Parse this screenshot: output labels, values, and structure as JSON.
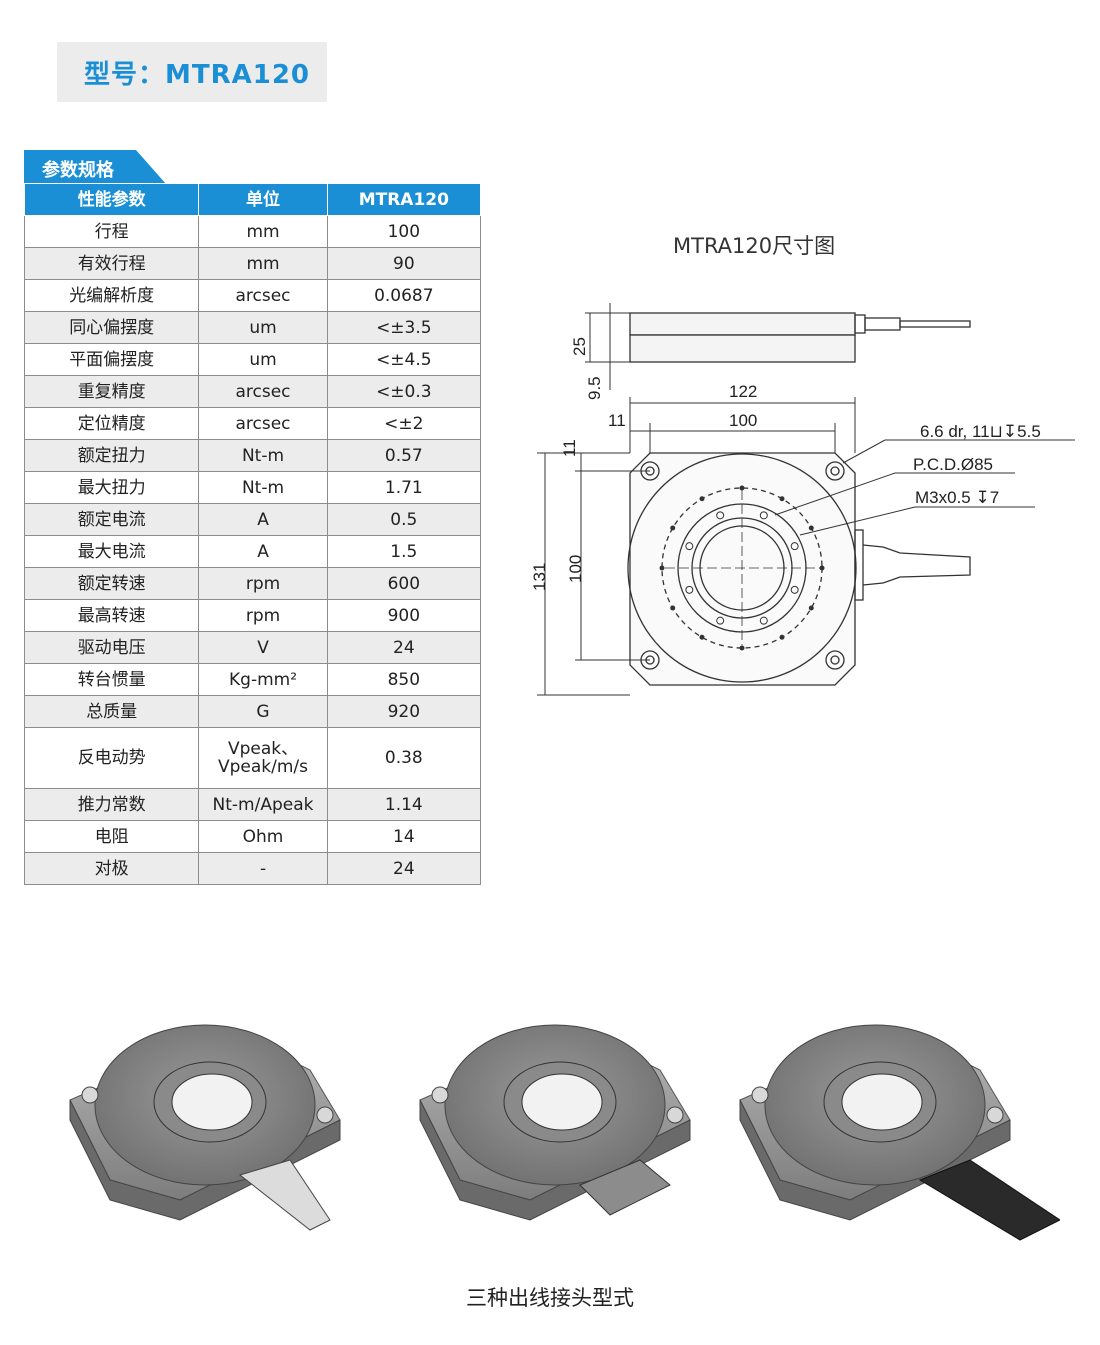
{
  "header": {
    "model_title": "型号：MTRA120"
  },
  "spec_section": {
    "tab_label": "参数规格",
    "columns": [
      "性能参数",
      "单位",
      "MTRA120"
    ],
    "rows": [
      {
        "param": "行程",
        "unit": "mm",
        "value": "100"
      },
      {
        "param": "有效行程",
        "unit": "mm",
        "value": "90"
      },
      {
        "param": "光编解析度",
        "unit": "arcsec",
        "value": "0.0687"
      },
      {
        "param": "同心偏摆度",
        "unit": "um",
        "value": "<±3.5"
      },
      {
        "param": "平面偏摆度",
        "unit": "um",
        "value": "<±4.5"
      },
      {
        "param": "重复精度",
        "unit": "arcsec",
        "value": "<±0.3"
      },
      {
        "param": "定位精度",
        "unit": "arcsec",
        "value": "<±2"
      },
      {
        "param": "额定扭力",
        "unit": "Nt-m",
        "value": "0.57"
      },
      {
        "param": "最大扭力",
        "unit": "Nt-m",
        "value": "1.71"
      },
      {
        "param": "额定电流",
        "unit": "A",
        "value": "0.5"
      },
      {
        "param": "最大电流",
        "unit": "A",
        "value": "1.5"
      },
      {
        "param": "额定转速",
        "unit": "rpm",
        "value": "600"
      },
      {
        "param": "最高转速",
        "unit": "rpm",
        "value": "900"
      },
      {
        "param": "驱动电压",
        "unit": "V",
        "value": "24"
      },
      {
        "param": "转台惯量",
        "unit": "Kg-mm²",
        "value": "850"
      },
      {
        "param": "总质量",
        "unit": "G",
        "value": "920"
      },
      {
        "param": "反电动势",
        "unit": "Vpeak、Vpeak/m/s",
        "value": "0.38"
      },
      {
        "param": "推力常数",
        "unit": "Nt-m/Apeak",
        "value": "1.14"
      },
      {
        "param": "电阻",
        "unit": "Ohm",
        "value": "14"
      },
      {
        "param": "对极",
        "unit": "-",
        "value": "24"
      }
    ]
  },
  "drawing": {
    "title": "MTRA120尺寸图",
    "dims": {
      "height_25": "25",
      "height_9_5": "9.5",
      "width_122": "122",
      "width_100": "100",
      "offset_11_h": "11",
      "offset_11_v": "11",
      "height_131": "131",
      "height_100": "100"
    },
    "callouts": [
      "6.6 dr, 11⊔↧5.5",
      "P.C.D.Ø85",
      "M3x0.5 ↧7"
    ]
  },
  "photos": {
    "caption": "三种出线接头型式",
    "variants": [
      "flat-cable-connector",
      "d-sub-connector",
      "ribbon-cable"
    ]
  }
}
